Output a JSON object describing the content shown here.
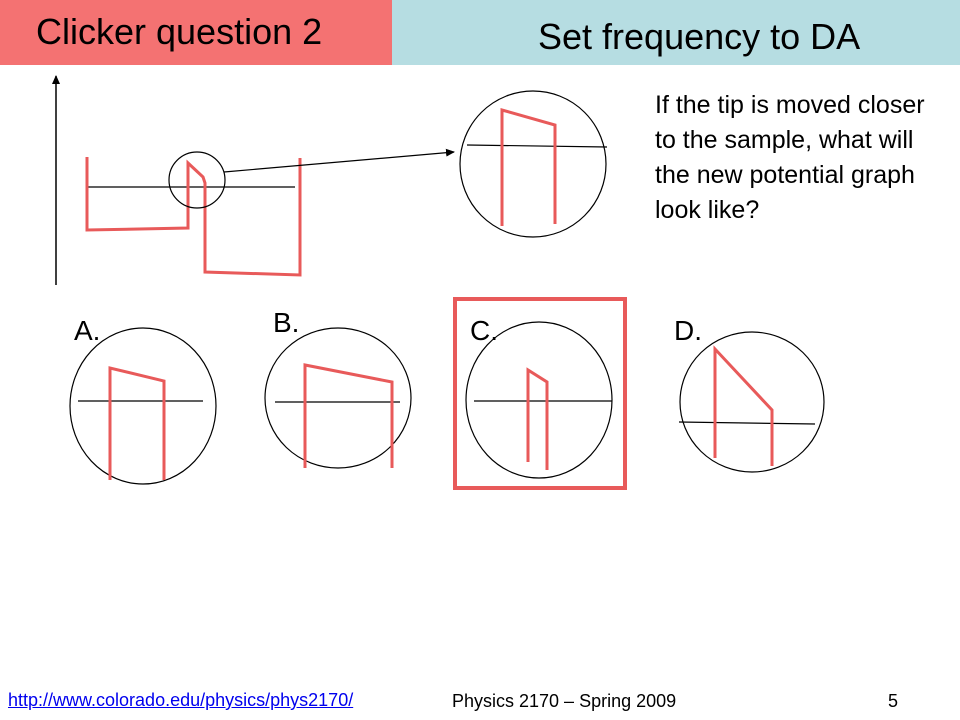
{
  "slide": {
    "title": "Clicker question 2",
    "subtitle": "Set frequency to DA",
    "question": "If the tip is moved closer to the sample, what will the new potential graph look like?"
  },
  "options": [
    {
      "label": "A."
    },
    {
      "label": "B."
    },
    {
      "label": "C.",
      "selected": true
    },
    {
      "label": "D."
    }
  ],
  "footer": {
    "url": "http://www.colorado.edu/physics/phys2170/",
    "course": "Physics 2170 – Spring 2009",
    "page_number": "5"
  },
  "colors": {
    "title_bg": "#f47272",
    "subtitle_bg": "#b6dde2",
    "graph_line": "#e85a5a",
    "answer_box": "#e85a5a",
    "link": "#0000ee"
  }
}
